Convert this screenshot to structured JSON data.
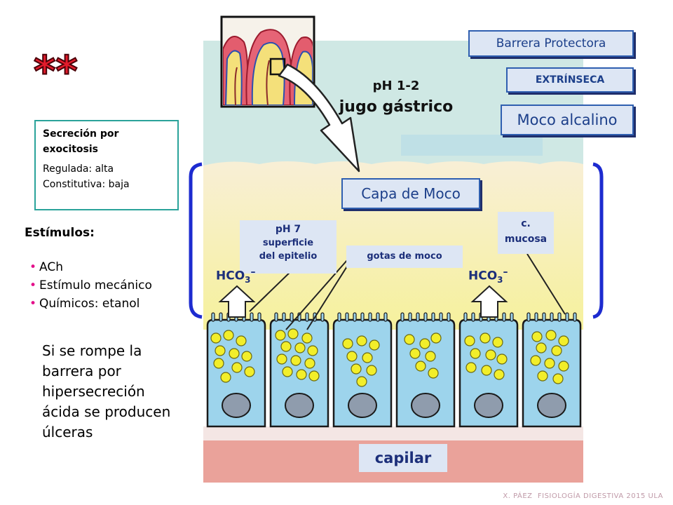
{
  "marker": "**",
  "top_labels": {
    "barrera": "Barrera Protectora",
    "extrinseca": "EXTRÍNSECA",
    "moco_alcalino": "Moco alcalino"
  },
  "gastric": {
    "ph": "pH 1-2",
    "jugo": "jugo gástrico"
  },
  "capa_moco": "Capa de Moco",
  "secrecion_box": {
    "title": "Secreción por exocitosis",
    "regulada": "Regulada: alta",
    "constitutiva": "Constitutiva: baja"
  },
  "estimulos": {
    "title": "Estímulos:",
    "items": [
      "ACh",
      "Estímulo mecánico",
      "Químicos: etanol"
    ]
  },
  "ulcer_note": "Si se rompe la barrera por hipersecreción ácida se producen úlceras",
  "ph7_box": {
    "ph": "pH 7",
    "line1": "superficie",
    "line2": "del epitelio"
  },
  "gotas": "gotas de moco",
  "c_mucosa": {
    "line1": "c.",
    "line2": "mucosa"
  },
  "hco3_left": "HCO",
  "hco3_right": "HCO",
  "hco3_sub": "3",
  "hco3_sup": "–",
  "capilar": "capilar",
  "footer": "X. PÁEZ  FISIOLOGÍA DIGESTIVA 2015 ULA",
  "colors": {
    "lumen": "#cfe8e4",
    "mucus_top": "#f7eed2",
    "mucus_bottom": "#f6f0a8",
    "cell": "#9dd4ec",
    "nucleus": "#8f9cad",
    "granule": "#f2ee2a",
    "capillary": "#e9a097",
    "label_bg": "#dde6f4",
    "label_border": "#2f5fb0",
    "teal_border": "#2aa39a",
    "accent": "#e3108a"
  }
}
